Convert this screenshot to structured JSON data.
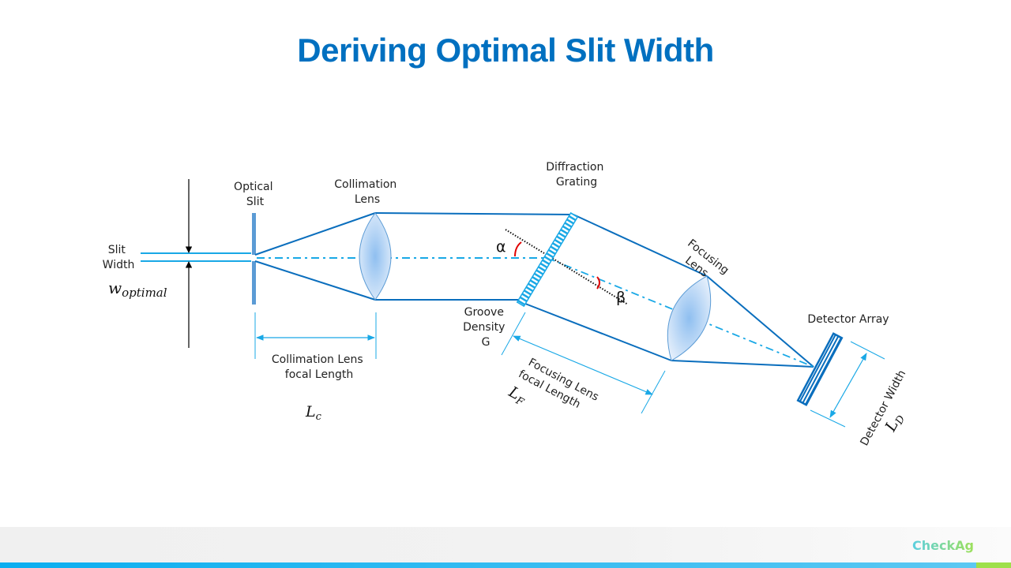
{
  "title": "Deriving Optimal Slit Width",
  "colors": {
    "title": "#0070c0",
    "beam": "#0a6ebd",
    "axis": "#19a8e6",
    "slit": "#5b9bd5",
    "angle_arc": "#e00000",
    "footer_blue": "#0aaef0",
    "footer_green": "#9ee04a"
  },
  "labels": {
    "slit_width_line1": "Slit",
    "slit_width_line2": "Width",
    "w_optimal_base": "w",
    "w_optimal_sub": "optimal",
    "optical_slit_line1": "Optical",
    "optical_slit_line2": "Slit",
    "collimation_lens_line1": "Collimation",
    "collimation_lens_line2": "Lens",
    "diffraction_grating_line1": "Diffraction",
    "diffraction_grating_line2": "Grating",
    "alpha": "α",
    "beta": "β",
    "groove_density_line1": "Groove",
    "groove_density_line2": "Density",
    "groove_density_line3": "G",
    "collimation_focal_line1": "Collimation Lens",
    "collimation_focal_line2": "focal Length",
    "lc_base": "L",
    "lc_sub": "c",
    "focusing_lens_line1": "Focusing",
    "focusing_lens_line2": "Lens",
    "focusing_focal_line1": "Focusing Lens",
    "focusing_focal_line2": "focal Length",
    "lf_base": "L",
    "lf_sub": "F",
    "detector_array": "Detector Array",
    "detector_width": "Detector Width",
    "ld_base": "L",
    "ld_sub": "D"
  },
  "footer": {
    "logo": "CheckAg"
  }
}
